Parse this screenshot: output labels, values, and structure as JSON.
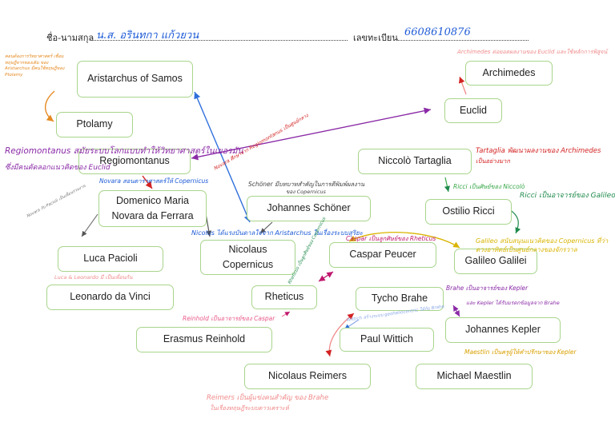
{
  "header": {
    "name_label": "ชื่อ-นามสกุล",
    "name_value": "น.ส. อรินทกา  แก้วยวน",
    "id_label": "เลขทะเบียน",
    "id_value": "6608610876"
  },
  "nodes": [
    {
      "id": "aristarchus",
      "label": "Aristarchus of Samos"
    },
    {
      "id": "ptolamy",
      "label": "Ptolamy"
    },
    {
      "id": "regiomontanus",
      "label": "Regiomontanus"
    },
    {
      "id": "novara",
      "label": "Domenico Maria Novara da Ferrara"
    },
    {
      "id": "pacioli",
      "label": "Luca Pacioli"
    },
    {
      "id": "davinci",
      "label": "Leonardo da Vinci"
    },
    {
      "id": "reinhold",
      "label": "Erasmus Reinhold"
    },
    {
      "id": "copernicus",
      "label": "Nicolaus Copernicus"
    },
    {
      "id": "schoner",
      "label": "Johannes Schöner"
    },
    {
      "id": "rheticus",
      "label": "Rheticus"
    },
    {
      "id": "peucer",
      "label": "Caspar Peucer"
    },
    {
      "id": "reimers",
      "label": "Nicolaus Reimers"
    },
    {
      "id": "brahe",
      "label": "Tycho Brahe"
    },
    {
      "id": "wittich",
      "label": "Paul Wittich"
    },
    {
      "id": "archimedes",
      "label": "Archimedes"
    },
    {
      "id": "euclid",
      "label": "Euclid"
    },
    {
      "id": "tartaglia",
      "label": "Niccolò Tartaglia"
    },
    {
      "id": "ricci",
      "label": "Ostilio Ricci"
    },
    {
      "id": "galileo",
      "label": "Galileo Galilei"
    },
    {
      "id": "kepler",
      "label": "Johannes Kepler"
    },
    {
      "id": "maestlin",
      "label": "Michael Maestlin"
    }
  ],
  "notes": {
    "ptolemy_note": "คอนต้องการวิทยาศาสตร์ เชื่อมทฤษฎีจากของเดิม ของ Aristarchus มีคนใช้ทฤษฎีของ Ptolamy",
    "regio_note1": "Regiomontanus  สมัยระบบโลกแบบทำให้วิทยาศาสตร์ในเยอรมัน",
    "regio_note2": "ซึ่งมีคนคัดลอกแนวคิดของ Euclid",
    "regio_to_aristarchus": "Novara ศึกษาจาก Regiomontanus เป็นศูนย์กลาง",
    "novara_note": "Novara สอนดาราศาสตร์ให้ Copernicus",
    "novara_pacioli": "Novara กับ Pacioli เป็นเพื่อนร่วมงาน",
    "schoner_note1": "Schöner มีบทบาทสำคัญในการตีพิมพ์ผลงาน",
    "schoner_note2": "ของ Copernicus",
    "copernicus_note": "Nicolus ได้แรงบันดาลใจจาก Aristarchus ในเรื่องระบบสุริยะ",
    "peucer_note": "Caspar เป็นลูกศิษย์ของ Rheticus",
    "rheticus_note": "Rheticus เป็นลูกศิษย์ของ Copernicus",
    "pacioli_davinci": "Luca & Leonardo มี เป็นเพื่อนกัน",
    "reinhold_note": "Reinhold เป็นอาจารย์ของ Caspar",
    "wittich_note": "Wittich สร้างระบบ geoheliocentric ให้กับ Brahe",
    "reimers_note1": "Reimers เป็นผู้แข่งคนสำคัญ ของ Brahe",
    "reimers_note2": "ในเรื่องทฤษฎีระบบดาวเคราะห์",
    "archimedes_note": "Archimedes ต่อยอดผลงานของ Euclid และใช้หลักการพิสูจน์",
    "tartaglia_note1": "Tartaglia พัฒนาผลงานของ Archimedes",
    "tartaglia_note2": "เป็นอย่างมาก",
    "ricci_note": "Ricci เป็นศิษย์ของ Niccolò",
    "galileo_ricci": "Ricci เป็นอาจารย์ของ Galileo",
    "galileo_note": "Galileo สนับสนุนแนวคิดของ Copernicus ที่ว่าดวงอาทิตย์เป็นศูนย์กลางของจักรวาล",
    "kepler_note1": "Brahe เป็นอาจารย์ของ Kepler",
    "kepler_note2": "และ Kepler ได้รับมรดกข้อมูลจาก Brahe",
    "maestlin_note": "Maestlin เป็นครูผู้ให้คำปรึกษาของ Kepler"
  }
}
